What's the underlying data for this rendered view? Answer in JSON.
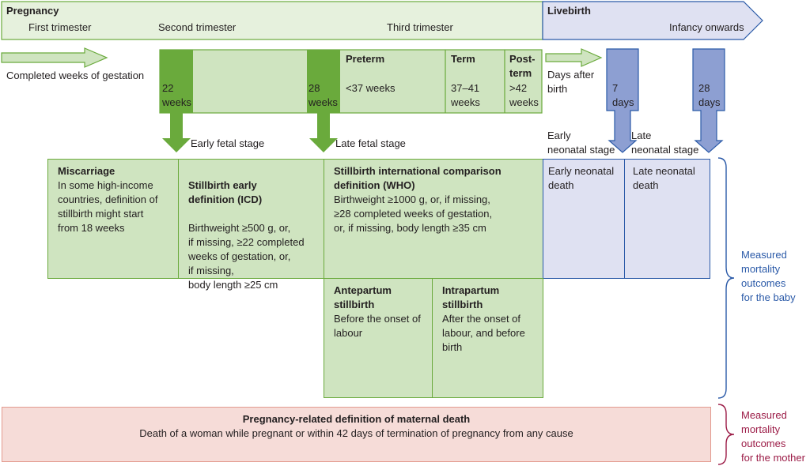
{
  "timeline": {
    "pregnancy": "Pregnancy",
    "first": "First trimester",
    "second": "Second trimester",
    "third": "Third trimester",
    "livebirth": "Livebirth",
    "infancy": "Infancy onwards"
  },
  "gestation": {
    "label": "Completed weeks of gestation",
    "w22": "22\nweeks",
    "w28": "28\nweeks",
    "preterm_title": "Preterm",
    "preterm_val": "<37 weeks",
    "term_title": "Term",
    "term_val": "37–41\nweeks",
    "post_title": "Post-\nterm",
    "post_val": ">42\nweeks",
    "days_after": "Days after\nbirth",
    "d7": "7\ndays",
    "d28": "28\ndays"
  },
  "stages": {
    "early_fetal": "Early fetal stage",
    "late_fetal": "Late fetal stage",
    "early_neonatal": "Early\nneonatal stage",
    "late_neonatal": "Late\nneonatal stage"
  },
  "boxes": {
    "miscarriage": {
      "title": "Miscarriage",
      "body": "In some high-income\ncountries, definition of\nstillbirth might start\nfrom 18 weeks"
    },
    "icd": {
      "title": "Stillbirth early\ndefinition (ICD)",
      "body": "Birthweight ≥500 g, or,\nif missing, ≥22 completed\nweeks of gestation, or,\nif missing,\nbody length ≥25 cm"
    },
    "who": {
      "title": "Stillbirth international comparison\ndefinition (WHO)",
      "body": "Birthweight ≥1000 g, or, if missing,\n≥28 completed weeks of gestation,\nor, if missing, body length ≥35 cm"
    },
    "early_neo": {
      "body": "Early neonatal\ndeath"
    },
    "late_neo": {
      "body": "Late neonatal\ndeath"
    },
    "antepartum": {
      "title": "Antepartum\nstillbirth",
      "body": "Before the onset of\nlabour"
    },
    "intrapartum": {
      "title": "Intrapartum\nstillbirth",
      "body": "After the onset of\nlabour, and before\nbirth"
    },
    "maternal": {
      "title": "Pregnancy-related definition of maternal death",
      "body": "Death of a woman while pregnant or within 42 days of termination of pregnancy from any cause"
    }
  },
  "outcomes": {
    "baby": "Measured\nmortality\noutcomes\nfor the baby",
    "mother": "Measured\nmortality\noutcomes\nfor the mother"
  },
  "colors": {
    "green": "#6aaa3c",
    "light_green": "#cfe4c0",
    "blue": "#2b5aa8",
    "lavender": "#dfe1f2",
    "pink": "#f6dcd8",
    "maroon": "#9b1b46"
  }
}
